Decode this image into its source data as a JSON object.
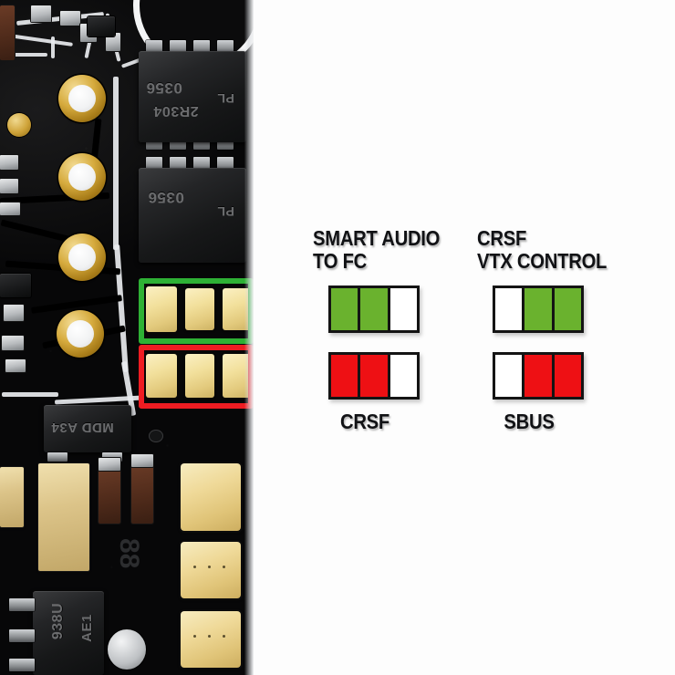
{
  "image": {
    "kind": "hardware-wiring-diagram",
    "subject": "flight-controller pcb solder pad configuration"
  },
  "pcb": {
    "highlight_boxes": [
      {
        "name": "top-pad-row",
        "color": "#2eb135",
        "pads": 3
      },
      {
        "name": "bottom-pad-row",
        "color": "#ee1c22",
        "pads": 3
      }
    ],
    "chip_markings": [
      "2R304",
      "PL",
      "0356",
      "MDD A34",
      "AE1",
      "938U"
    ]
  },
  "diagram": {
    "groups": [
      {
        "id": "left",
        "title": "SMART AUDIO\nTO FC",
        "caption": "CRSF",
        "top_row": {
          "color": "#6ab22e",
          "cells": [
            "on",
            "on",
            "off"
          ]
        },
        "bottom_row": {
          "color": "#ee1014",
          "cells": [
            "on",
            "on",
            "off"
          ]
        }
      },
      {
        "id": "right",
        "title": "CRSF\nVTX CONTROL",
        "caption": "SBUS",
        "top_row": {
          "color": "#6ab22e",
          "cells": [
            "off",
            "on",
            "on"
          ]
        },
        "bottom_row": {
          "color": "#ee1014",
          "cells": [
            "off",
            "on",
            "on"
          ]
        }
      }
    ]
  },
  "colors": {
    "green": "#6ab22e",
    "red": "#ee1014",
    "outline": "#141414",
    "highlight_green": "#2eb135",
    "highlight_red": "#ee1c22",
    "background": "#fdfdfd",
    "text": "#111215"
  }
}
